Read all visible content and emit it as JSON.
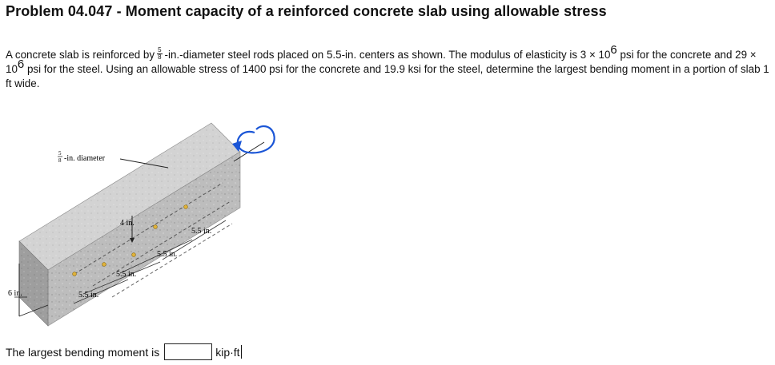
{
  "problem": {
    "title": "Problem 04.047 - Moment capacity of a reinforced concrete slab using allowable stress",
    "text_part1": "A concrete slab is reinforced by",
    "frac_num": "5",
    "frac_den": "8",
    "text_part2": "-in.-diameter steel rods placed on 5.5-in. centers as shown. The modulus of elasticity is 3 × 10",
    "exp1": "6",
    "text_part3": " psi for the concrete and 29 × 10",
    "exp2": "6",
    "text_part4": " psi for the steel. Using an allowable stress of 1400 psi for the concrete and 19.9 ksi for the steel, determine the largest bending moment in a portion of slab 1 ft wide."
  },
  "figure": {
    "diameter_frac_num": "5",
    "diameter_frac_den": "8",
    "diameter_label": "-in. diameter",
    "depth_label": "4 in.",
    "spacing_label_1": "5.5 in.",
    "spacing_label_2": "5.5 in.",
    "spacing_label_3": "5.5 in.",
    "spacing_label_4": "5.5 in.",
    "thickness_label": "6 in.",
    "moment_arrow_color": "#1a55d6"
  },
  "answer": {
    "prompt": "The largest bending moment is",
    "input_value": "",
    "unit": "kip·ft"
  }
}
